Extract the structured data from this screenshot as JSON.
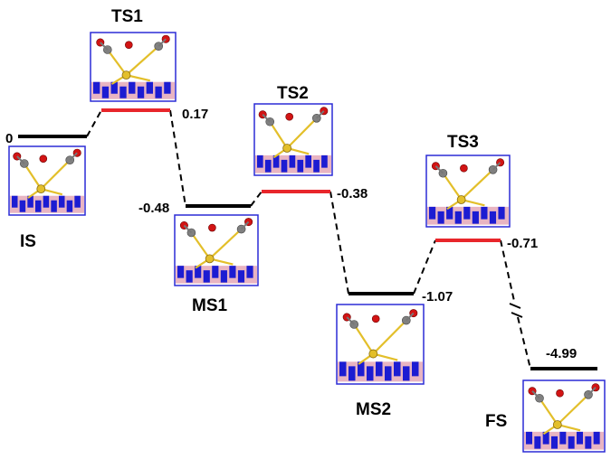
{
  "states": [
    {
      "id": "IS",
      "label": "IS",
      "energy": "0"
    },
    {
      "id": "TS1",
      "label": "TS1",
      "energy": "0.17"
    },
    {
      "id": "MS1",
      "label": "MS1",
      "energy": "-0.48"
    },
    {
      "id": "TS2",
      "label": "TS2",
      "energy": "-0.38"
    },
    {
      "id": "MS2",
      "label": "MS2",
      "energy": "-1.07"
    },
    {
      "id": "TS3",
      "label": "TS3",
      "energy": "-0.71"
    },
    {
      "id": "FS",
      "label": "FS",
      "energy": "-4.99"
    }
  ],
  "colors": {
    "intermediate_level": "#000000",
    "transition_level": "#e8262b",
    "frame": "#2b2bd6",
    "surface_blue": "#1c1cd2",
    "surface_pink": "#e8b4c2",
    "metal": "#e3bf2a",
    "carbon": "#808080",
    "oxygen": "#d21414"
  },
  "axis_break": true
}
